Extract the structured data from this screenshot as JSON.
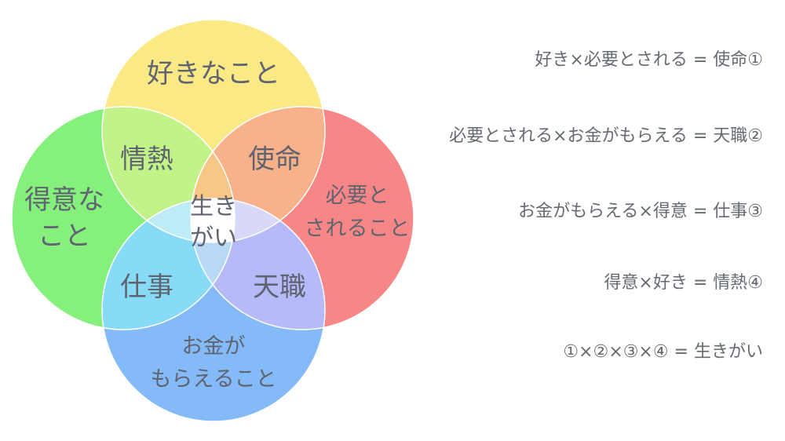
{
  "colors": {
    "top": "#FAE985",
    "left": "#85F07C",
    "right": "#F78686",
    "bottom": "#83BAF7",
    "tl": "#C2F389",
    "tr": "#F9B18A",
    "lb": "#88DBF7",
    "rb": "#B6BAF8",
    "tlr": "#F8C786",
    "tlb": "#BDEBF6",
    "trb": "#D8D8F8",
    "lrb": "#B7D9F5",
    "center": "#FFFFFF",
    "edge": "#FFFFFF"
  },
  "circles": {
    "top": "好きなこと",
    "left": [
      "得意な",
      "こと"
    ],
    "right": [
      "必要と",
      "されること"
    ],
    "bottom": [
      "お金が",
      "もらえること"
    ]
  },
  "overlaps": {
    "tl": "情熱",
    "tr": "使命",
    "lb": "仕事",
    "rb": "天職",
    "center": [
      "生き",
      "がい"
    ]
  },
  "equations": [
    "好き×必要とされる = 使命①",
    "必要とされる×お金がもらえる = 天職②",
    "お金がもらえる×得意 = 仕事③",
    "得意×好き = 情熱④",
    "①×②×③×④ = 生きがい"
  ]
}
